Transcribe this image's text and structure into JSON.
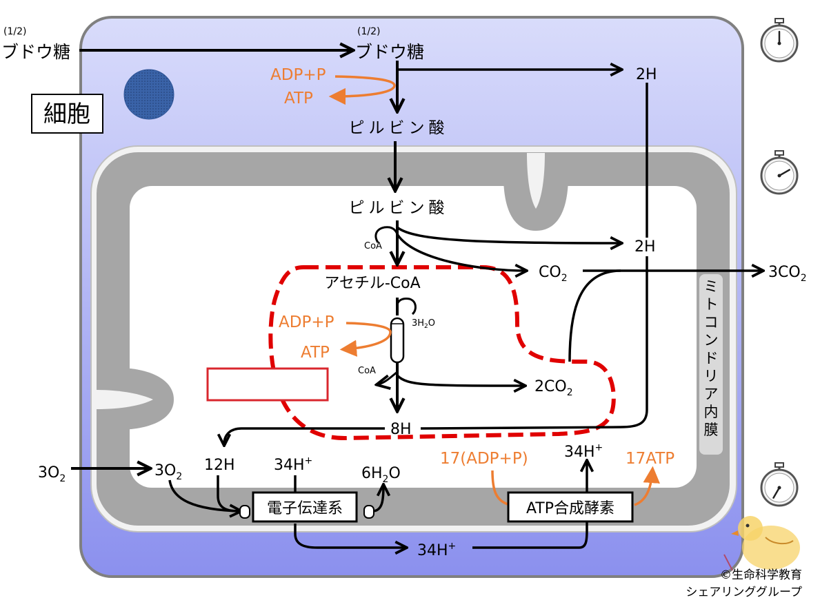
{
  "cell_label": "細胞",
  "membrane_label": "ミトコンドリア内膜",
  "glucose": {
    "fraction": "(1/2)",
    "name": "ブドウ糖"
  },
  "glycolysis": {
    "adp": "ADP+P",
    "atp": "ATP",
    "hydrogen": "2H"
  },
  "pyruvate": "ピルビン酸",
  "link": {
    "coa": "CoA",
    "hydrogen": "2H",
    "co2_base": "CO",
    "co2_sub": "2",
    "co2_out_base": "3CO",
    "co2_out_sub": "2"
  },
  "acetyl_coa": "アセチル-CoA",
  "cycle": {
    "water_prefix": "3H",
    "water_sub": "2",
    "water_suffix": "O",
    "adp": "ADP+P",
    "atp": "ATP",
    "coa": "CoA",
    "co2_base": "2CO",
    "co2_sub": "2",
    "hydrogen": "8H"
  },
  "electron_transport": {
    "oxygen_out_base": "3O",
    "oxygen_out_sub": "2",
    "oxygen_in_base": "3O",
    "oxygen_in_sub": "2",
    "hydrogen": "12H",
    "proton_base": "34H",
    "proton_sup": "+",
    "water_prefix": "6H",
    "water_sub": "2",
    "water_suffix": "O",
    "system_label": "電子伝達系",
    "proton_space_base": "34H",
    "proton_space_sup": "+"
  },
  "atp_synthase": {
    "label": "ATP合成酵素",
    "adp": "17(ADP+P)",
    "proton_base": "34H",
    "proton_sup": "+",
    "atp": "17ATP"
  },
  "copyright": {
    "line1": "©生命科学教育",
    "line2": "シェアリンググループ"
  },
  "clocks": [
    {
      "name": "clock-top",
      "hand_deg": 0
    },
    {
      "name": "clock-middle",
      "hand_deg": 60
    },
    {
      "name": "clock-bottom",
      "hand_deg": 210
    }
  ],
  "colors": {
    "cytoplasm_top": "#D7DBFB",
    "cytoplasm_bottom": "#8E93EE",
    "membrane": "#A6A6A6",
    "matrix": "#FFFFFF",
    "nucleus": "#2F5597",
    "cycle_outline": "#E00000",
    "accent": "#ED7D31",
    "box_outline": "#D9272E"
  }
}
